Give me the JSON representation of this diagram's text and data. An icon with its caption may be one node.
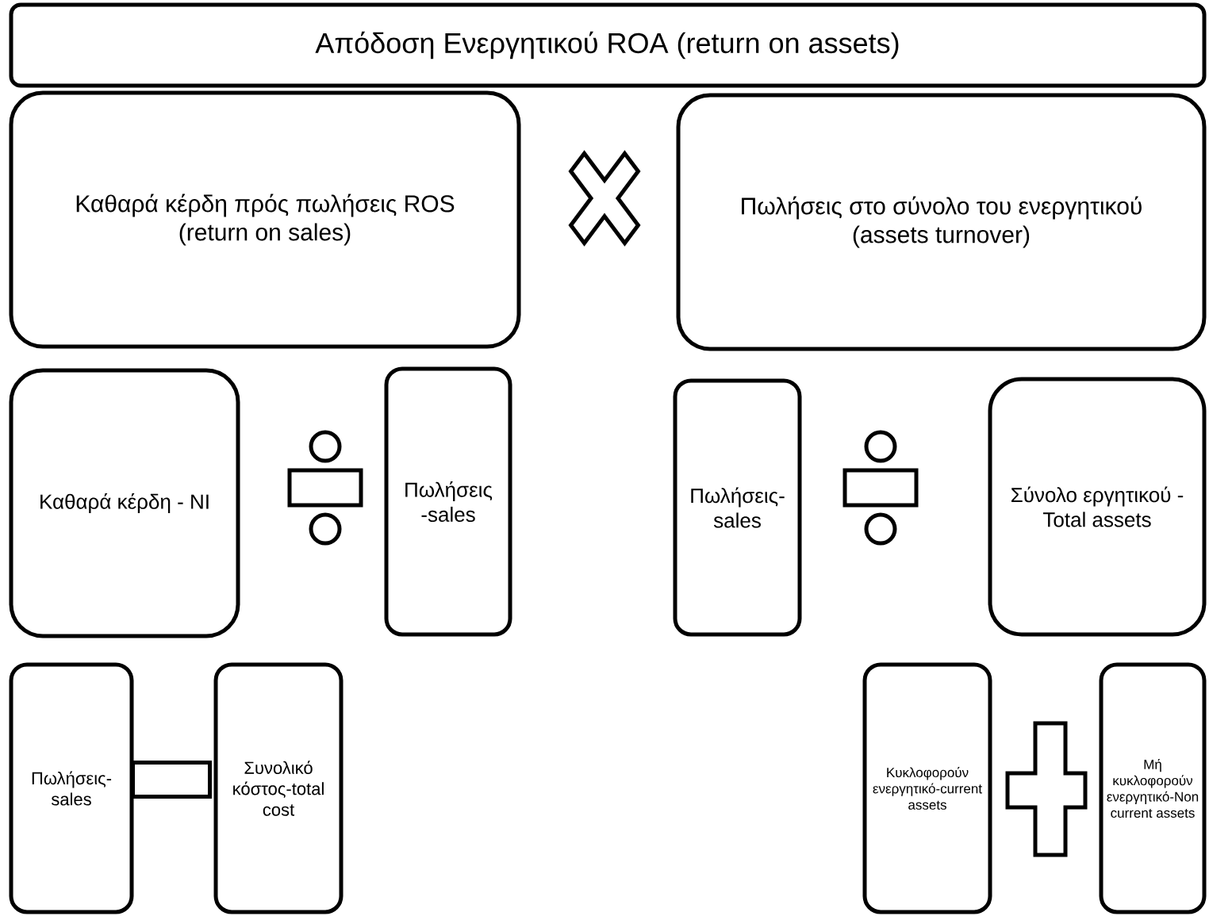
{
  "diagram": {
    "nodes": [
      {
        "text": [
          "Απόδοση Ενεργητικού ROA (return on assets)"
        ]
      },
      {
        "text": [
          "Καθαρά κέρδη πρός πωλήσεις ROS (return on sales)"
        ]
      },
      {
        "text": [
          "Πωλήσεις στο σύνολο του ενεργητικού (assets turnover)"
        ]
      },
      {
        "text": [
          "Καθαρά κέρδη - NI"
        ]
      },
      {
        "text": [
          "Πωλήσεις -sales"
        ]
      },
      {
        "text": [
          "Πωλήσεις-sales"
        ]
      },
      {
        "text": [
          "Σύνολο εργητικού - Total assets"
        ]
      },
      {
        "text": [
          "Πωλήσεις-sales"
        ]
      },
      {
        "text": [
          "Συνολικό κόστος-total cost"
        ]
      },
      {
        "text": [
          "Κυκλοφορούν ενεργητικό-current assets"
        ]
      },
      {
        "text": [
          "Μή κυκλοφορούν ενεργητικό-Non current assets"
        ]
      },
      {
        "text": [],
        "shape": "cross"
      },
      {
        "text": [],
        "shape": "divide"
      },
      {
        "text": [],
        "shape": "divide"
      },
      {
        "text": [],
        "shape": "minus"
      },
      {
        "text": [],
        "shape": "plus"
      }
    ]
  }
}
